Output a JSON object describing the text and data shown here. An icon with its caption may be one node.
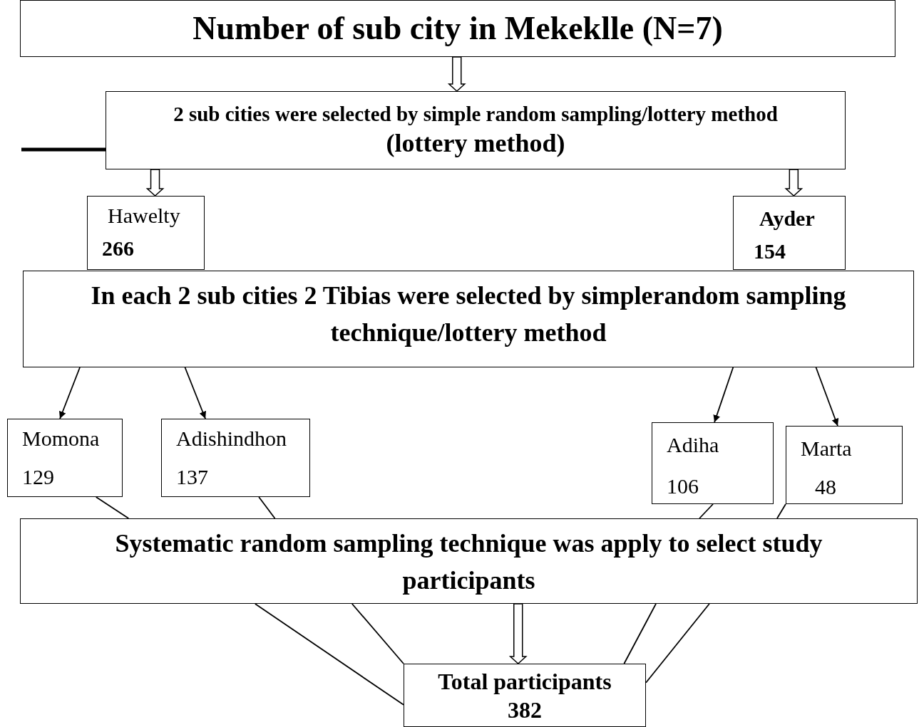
{
  "diagram": {
    "nodes": [
      {
        "text": [
          "Number of sub city in Mekeklle (N=7)"
        ]
      },
      {
        "text": [
          "2 sub cities were selected by simple random sampling/lottery method",
          "(lottery method)"
        ]
      },
      {
        "text": [
          "Hawelty",
          "266"
        ]
      },
      {
        "text": [
          "Ayder",
          "154"
        ]
      },
      {
        "text": [
          "In each 2 sub cities 2 Tibias were selected by simplerandom sampling technique/lottery method"
        ]
      },
      {
        "text": [
          "Momona",
          "129"
        ]
      },
      {
        "text": [
          "Adishindhon",
          "137"
        ]
      },
      {
        "text": [
          "Adiha",
          "106"
        ]
      },
      {
        "text": [
          "Marta",
          "48"
        ]
      },
      {
        "text": [
          "Systematic random sampling technique was apply to select study participants"
        ]
      },
      {
        "text": [
          "Total participants",
          "382"
        ]
      }
    ],
    "edges": [
      {
        "from": 0,
        "to": 1,
        "arrow": "to",
        "style": "thick"
      },
      {
        "from": 1,
        "to": 2,
        "arrow": "to",
        "style": "thick"
      },
      {
        "from": 1,
        "to": 3,
        "arrow": "to",
        "style": "thick"
      },
      {
        "from": null,
        "to": 1,
        "arrow": "none",
        "style": "thick"
      },
      {
        "from": 4,
        "to": 5,
        "arrow": "to"
      },
      {
        "from": 4,
        "to": 6,
        "arrow": "to"
      },
      {
        "from": 4,
        "to": 7,
        "arrow": "to"
      },
      {
        "from": 4,
        "to": 8,
        "arrow": "to"
      },
      {
        "from": 9,
        "to": 10,
        "arrow": "to",
        "style": "thick"
      },
      {
        "from": 5,
        "to": 9,
        "arrow": "none"
      },
      {
        "from": 6,
        "to": 9,
        "arrow": "none"
      },
      {
        "from": 7,
        "to": 9,
        "arrow": "none"
      },
      {
        "from": 8,
        "to": 9,
        "arrow": "none"
      },
      {
        "from": 9,
        "to": 10,
        "arrow": "none"
      },
      {
        "from": 9,
        "to": 10,
        "arrow": "none"
      },
      {
        "from": 9,
        "to": 10,
        "arrow": "none"
      },
      {
        "from": 9,
        "to": 10,
        "arrow": "none"
      }
    ]
  }
}
